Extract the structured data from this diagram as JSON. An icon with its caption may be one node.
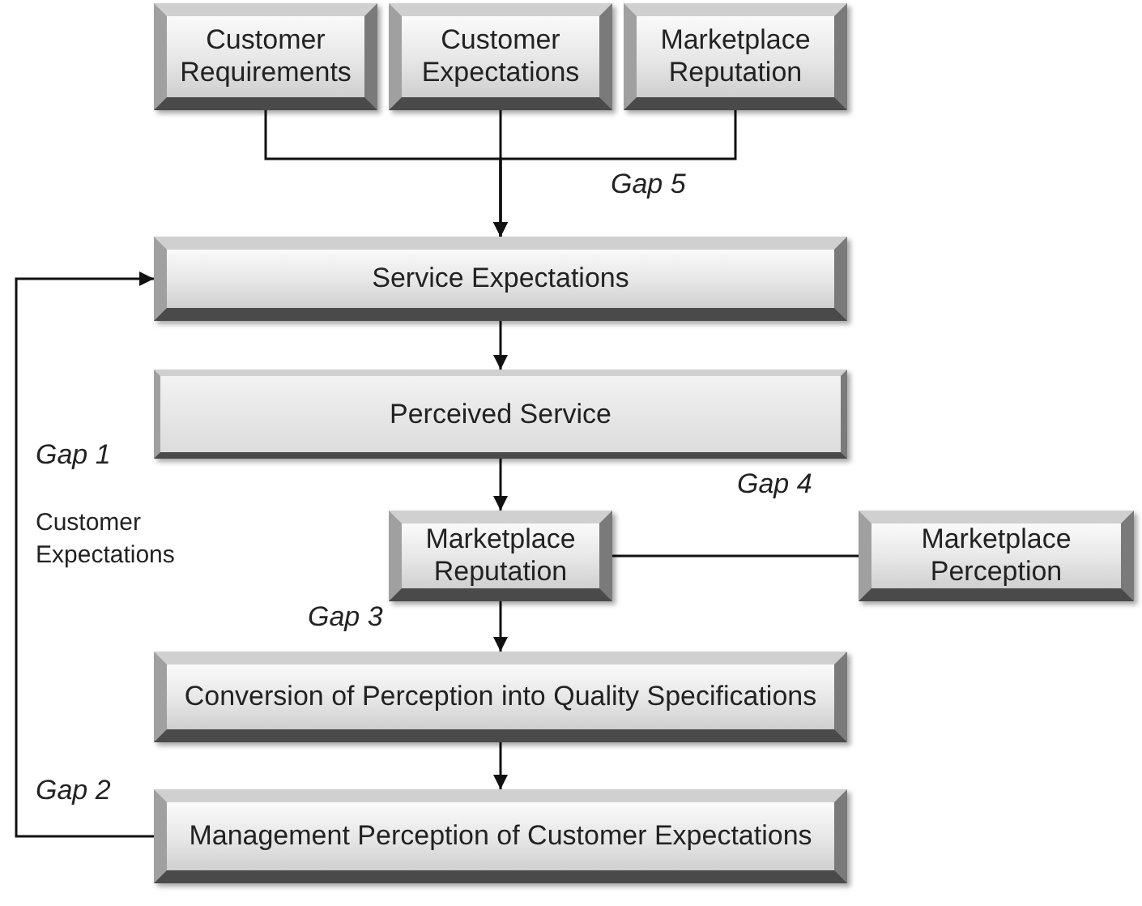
{
  "diagram": {
    "nodes": [
      {
        "text": [
          "Customer Requirements"
        ]
      },
      {
        "text": [
          "Customer Expectations"
        ]
      },
      {
        "text": [
          "Marketplace Reputation"
        ]
      },
      {
        "text": [
          "Service Expectations"
        ]
      },
      {
        "text": [
          "Perceived Service"
        ]
      },
      {
        "text": [
          "Marketplace Reputation"
        ]
      },
      {
        "text": [
          "Marketplace Perception"
        ]
      },
      {
        "text": [
          "Conversion of Perception into Quality Specifications"
        ]
      },
      {
        "text": [
          "Management Perception of Customer Expectations"
        ]
      }
    ],
    "edges": [
      {
        "from": 0,
        "to": 3,
        "arrow": "to"
      },
      {
        "from": 1,
        "to": 3,
        "arrow": "to"
      },
      {
        "from": 2,
        "to": 3,
        "arrow": "to"
      },
      {
        "from": 3,
        "to": 4,
        "arrow": "to"
      },
      {
        "from": 4,
        "to": 5,
        "arrow": "to"
      },
      {
        "from": 5,
        "to": 6,
        "arrow": "none"
      },
      {
        "from": 5,
        "to": 7,
        "arrow": "to"
      },
      {
        "from": 7,
        "to": 8,
        "arrow": "to"
      },
      {
        "from": 8,
        "to": 3,
        "arrow": "to"
      }
    ],
    "labels": [
      "Gap 5",
      "Gap 1",
      "Customer Expectations",
      "Gap 4",
      "Gap 3",
      "Gap 2"
    ]
  }
}
